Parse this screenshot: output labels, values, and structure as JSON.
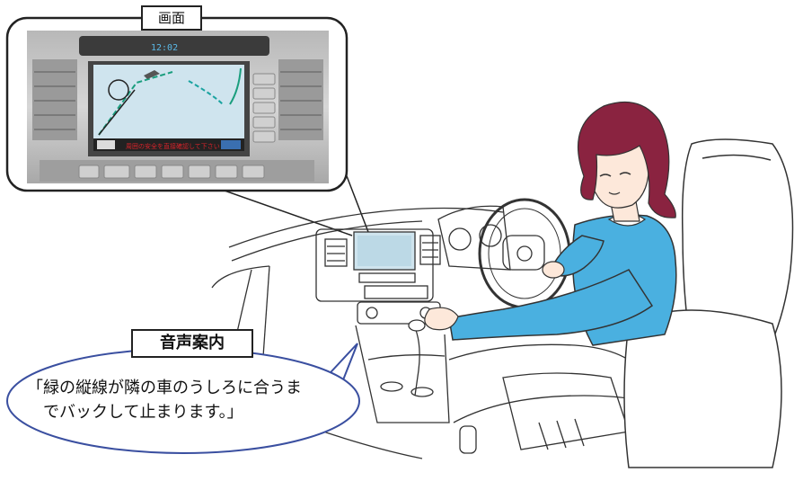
{
  "labels": {
    "screen": "画面",
    "voice_guide": "音声案内"
  },
  "speech": {
    "line1": "「緑の縦線が隣の車のうしろに合うま",
    "line2": "でバックして止まります。」"
  },
  "display": {
    "clock": "12:02",
    "warning": "周囲の安全を直接確認して下さい"
  },
  "colors": {
    "screen_cyan": "#cfe4ee",
    "guide_green": "#1a9e7e",
    "guide_teal_dashed": "#1aa3a0",
    "warning_red": "#d8232a",
    "sweater_blue": "#4ab0e0",
    "hair": "#8a2340",
    "skin": "#fde8da"
  }
}
